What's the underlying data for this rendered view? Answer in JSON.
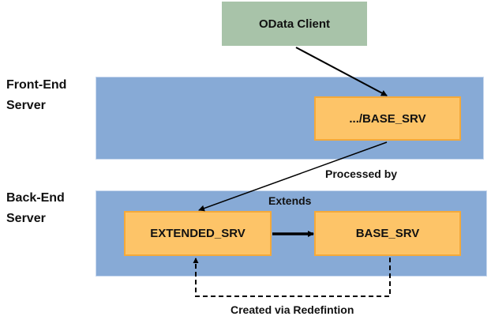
{
  "nodes": {
    "client": {
      "label": "OData Client"
    },
    "frontend_service": {
      "label": ".../BASE_SRV"
    },
    "extended_service": {
      "label": "EXTENDED_SRV"
    },
    "base_service": {
      "label": "BASE_SRV"
    }
  },
  "zones": {
    "frontend": {
      "label_line1": "Front-End",
      "label_line2": "Server"
    },
    "backend": {
      "label_line1": "Back-End",
      "label_line2": "Server"
    }
  },
  "edges": {
    "processed_by": {
      "label": "Processed by"
    },
    "extends": {
      "label": "Extends"
    },
    "redefinition": {
      "label": "Created via Redefintion"
    }
  },
  "colors": {
    "zone": "#87aad6",
    "client": "#a8c3a9",
    "service": "#fdc468",
    "service_border": "#f4a93a"
  }
}
